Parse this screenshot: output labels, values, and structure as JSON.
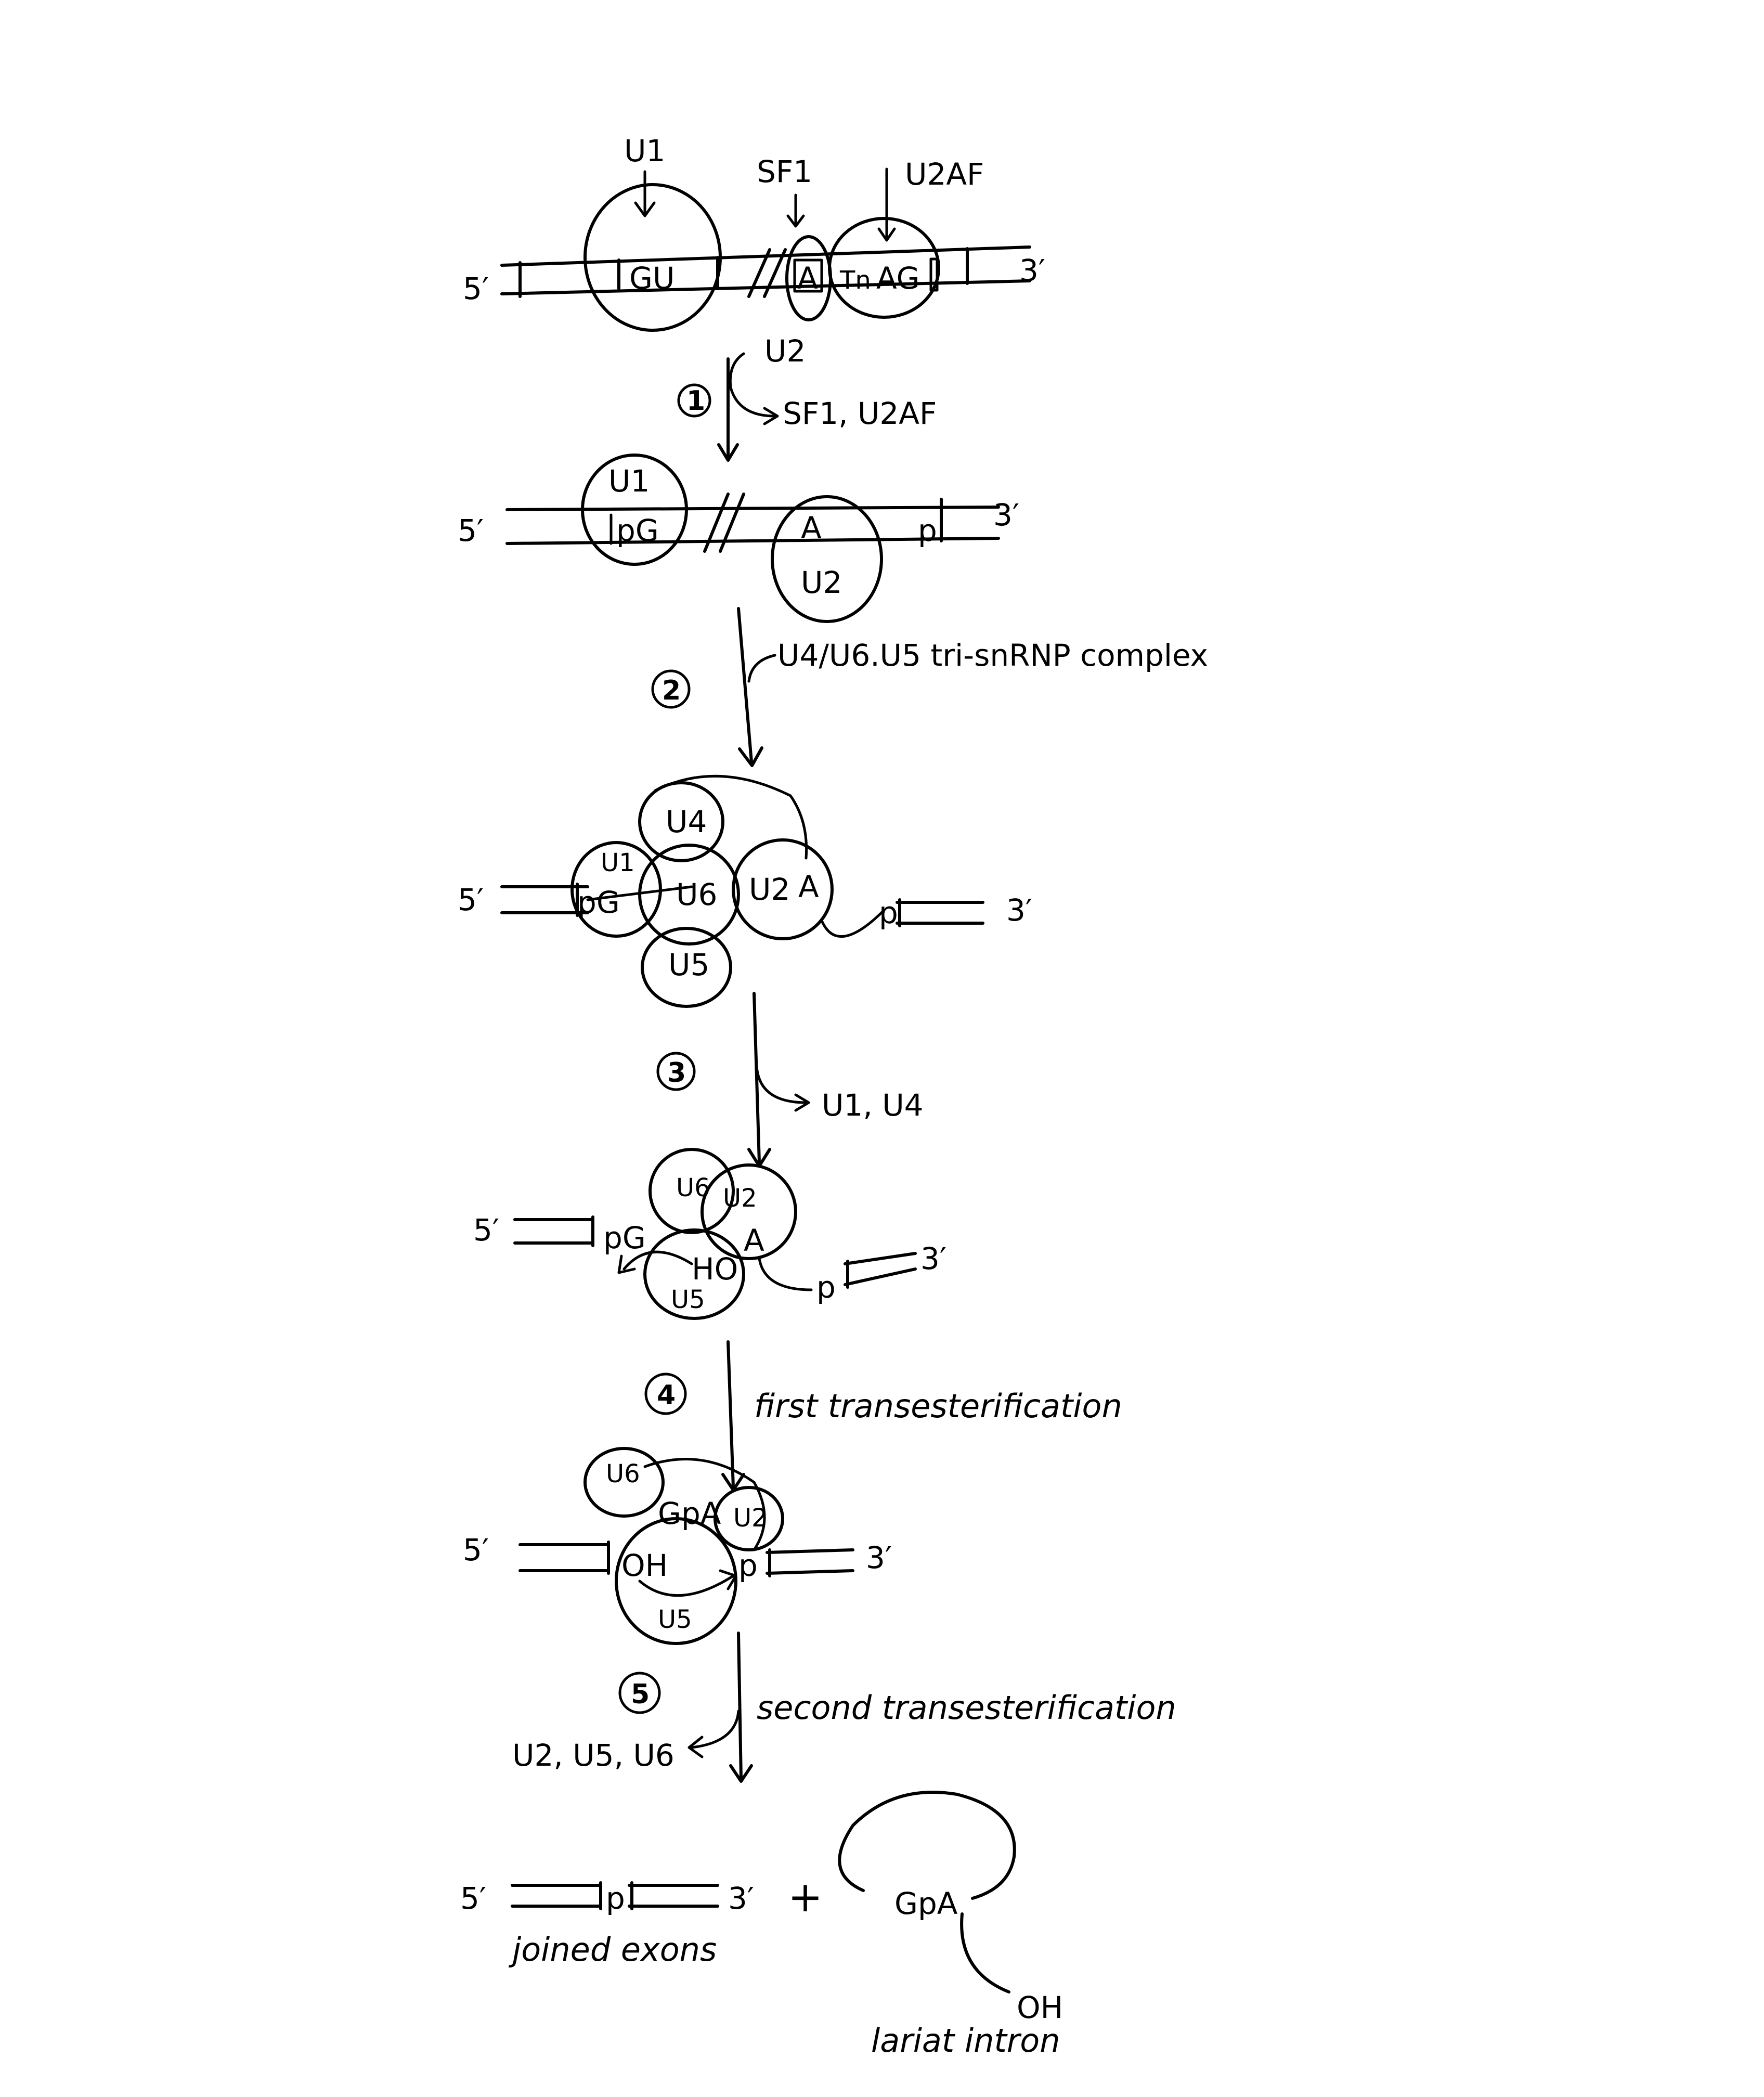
{
  "row1": {
    "five_prime": "5′",
    "three_prime": "3′",
    "gu": "GU",
    "a": "A",
    "tn": "Tn",
    "ag": "AG",
    "u1": "U1",
    "sf1": "SF1",
    "u2af": "U2AF"
  },
  "step1": {
    "num": "1",
    "in": "U2",
    "out": "SF1, U2AF"
  },
  "row2": {
    "five_prime": "5′",
    "three_prime": "3′",
    "u1": "U1",
    "pg": "pG",
    "a": "A",
    "u2": "U2",
    "p": "p"
  },
  "step2": {
    "num": "2",
    "in": "U4/U6.U5 tri-snRNP complex"
  },
  "row3": {
    "five_prime": "5′",
    "three_prime": "3′",
    "u4": "U4",
    "u1": "U1",
    "pg": "pG",
    "u6": "U6",
    "u2": "U2",
    "a": "A",
    "u5": "U5",
    "p": "p"
  },
  "step3": {
    "num": "3",
    "out": "U1, U4"
  },
  "row4": {
    "five_prime": "5′",
    "three_prime": "3′",
    "pg": "pG",
    "u6": "U6",
    "u2": "U2",
    "a": "A",
    "ho": "HO",
    "u5": "U5",
    "p": "p"
  },
  "step4": {
    "num": "4",
    "label": "first transesterification"
  },
  "row5": {
    "five_prime": "5′",
    "three_prime": "3′",
    "u6": "U6",
    "gpa": "GpA",
    "u2": "U2",
    "oh": "OH",
    "p": "p",
    "u5": "U5"
  },
  "step5": {
    "num": "5",
    "label": "second transesterification",
    "out": "U2, U5, U6"
  },
  "products": {
    "five_prime": "5′",
    "p": "p",
    "three_prime": "3′",
    "plus": "+",
    "exons_label": "joined exons",
    "gpa": "GpA",
    "oh": "OH",
    "intron_label": "lariat intron"
  }
}
